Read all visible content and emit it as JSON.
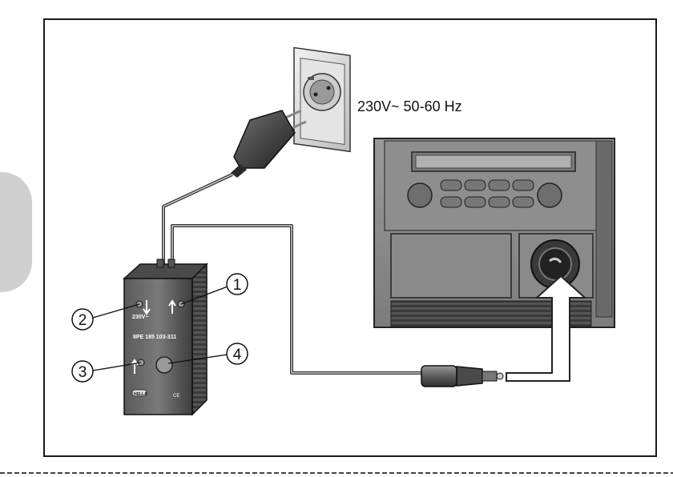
{
  "voltage_label": "230V~ 50-60 Hz",
  "device": {
    "label_230v": "230V~",
    "part_number": "8PE 185 103-311",
    "brand": "HELLA",
    "ce_mark": "CE"
  },
  "callouts": [
    "1",
    "2",
    "3",
    "4"
  ]
}
